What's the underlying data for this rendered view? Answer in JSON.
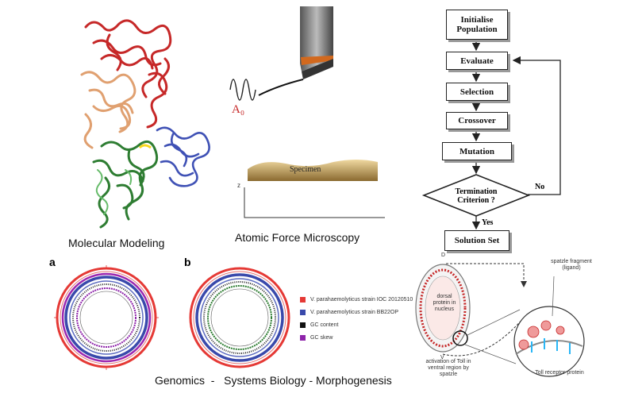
{
  "panels": {
    "molecular_modeling": "Molecular Modeling",
    "afm": "Atomic Force Microscopy",
    "bottom_caption": "Genomics  -   Systems Biology - Morphogenesis"
  },
  "afm": {
    "amplitude_label": "A₀",
    "specimen_label": "Specimen",
    "axis_label": "z"
  },
  "flowchart": {
    "steps": [
      "Initialise Population",
      "Evaluate",
      "Selection",
      "Crossover",
      "Mutation"
    ],
    "decision": "Termination Criterion ?",
    "no_label": "No",
    "yes_label": "Yes",
    "result": "Solution Set"
  },
  "genomics": {
    "label_a": "a",
    "label_b": "b",
    "legend": [
      {
        "text": "V. parahaemolyticus strain IOC 20120510",
        "color": "#e53935"
      },
      {
        "text": "V. parahaemolyticus strain BB22OP",
        "color": "#3949ab"
      },
      {
        "text": "GC content",
        "color": "#111111"
      },
      {
        "text": "GC skew",
        "color": "#8e24aa"
      }
    ]
  },
  "morphogenesis": {
    "top_letter": "D",
    "bottom_letter": "V",
    "dorsal_label": "dorsal protein in nucleus",
    "spatzle_label": "spatzle fragment (ligand)",
    "toll_activation": "activation of Toll in ventral region by spatzle",
    "toll_receptor": "Toll receptor protein"
  }
}
